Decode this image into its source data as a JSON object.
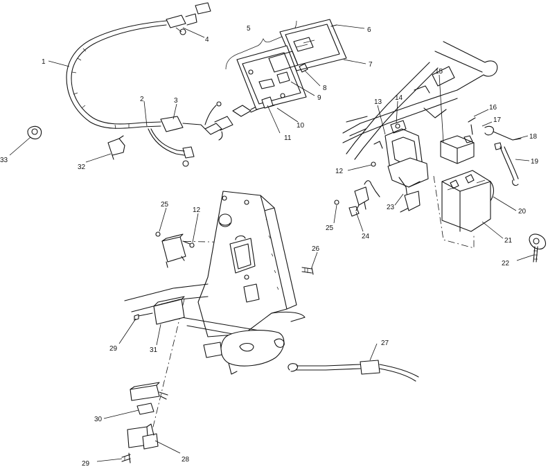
{
  "callouts": [
    {
      "id": "c1",
      "text": "1"
    },
    {
      "id": "c2",
      "text": "2"
    },
    {
      "id": "c3",
      "text": "3"
    },
    {
      "id": "c4",
      "text": "4"
    },
    {
      "id": "c5",
      "text": "5"
    },
    {
      "id": "c6",
      "text": "6"
    },
    {
      "id": "c7",
      "text": "7"
    },
    {
      "id": "c8",
      "text": "8"
    },
    {
      "id": "c9",
      "text": "9"
    },
    {
      "id": "c10",
      "text": "10"
    },
    {
      "id": "c11",
      "text": "11"
    },
    {
      "id": "c12a",
      "text": "12"
    },
    {
      "id": "c12b",
      "text": "12"
    },
    {
      "id": "c13",
      "text": "13"
    },
    {
      "id": "c14",
      "text": "14"
    },
    {
      "id": "c15",
      "text": "15"
    },
    {
      "id": "c16",
      "text": "16"
    },
    {
      "id": "c17",
      "text": "17"
    },
    {
      "id": "c18",
      "text": "18"
    },
    {
      "id": "c19",
      "text": "19"
    },
    {
      "id": "c20",
      "text": "20"
    },
    {
      "id": "c21",
      "text": "21"
    },
    {
      "id": "c22",
      "text": "22"
    },
    {
      "id": "c23",
      "text": "23"
    },
    {
      "id": "c24",
      "text": "24"
    },
    {
      "id": "c25a",
      "text": "25"
    },
    {
      "id": "c25b",
      "text": "25"
    },
    {
      "id": "c26",
      "text": "26"
    },
    {
      "id": "c27",
      "text": "27"
    },
    {
      "id": "c28",
      "text": "28"
    },
    {
      "id": "c29a",
      "text": "29"
    },
    {
      "id": "c29b",
      "text": "29"
    },
    {
      "id": "c30",
      "text": "30"
    },
    {
      "id": "c31",
      "text": "31"
    },
    {
      "id": "c32",
      "text": "32"
    },
    {
      "id": "c33",
      "text": "33"
    }
  ]
}
